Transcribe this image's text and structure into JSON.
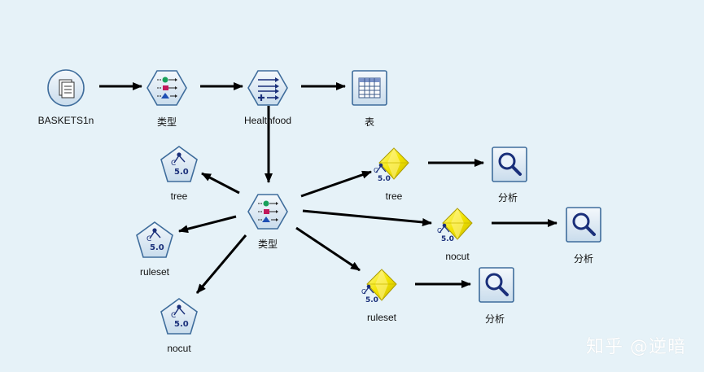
{
  "nodes": {
    "source": {
      "label": "BASKETS1n",
      "icon": "file-source-icon"
    },
    "type_top": {
      "label": "类型",
      "icon": "type-node-icon"
    },
    "healthfood": {
      "label": "Healthfood",
      "icon": "derive-node-icon"
    },
    "table": {
      "label": "表",
      "icon": "table-output-icon"
    },
    "type_center": {
      "label": "类型",
      "icon": "type-node-icon"
    },
    "model_tree": {
      "label": "tree",
      "icon": "c50-model-builder-icon"
    },
    "model_ruleset": {
      "label": "ruleset",
      "icon": "c50-model-builder-icon"
    },
    "model_nocut": {
      "label": "nocut",
      "icon": "c50-model-builder-icon"
    },
    "nugget_tree": {
      "label": "tree",
      "icon": "c50-nugget-icon"
    },
    "nugget_nocut": {
      "label": "nocut",
      "icon": "c50-nugget-icon"
    },
    "nugget_ruleset": {
      "label": "ruleset",
      "icon": "c50-nugget-icon"
    },
    "analysis_1": {
      "label": "分析",
      "icon": "analysis-magnifier-icon"
    },
    "analysis_2": {
      "label": "分析",
      "icon": "analysis-magnifier-icon"
    },
    "analysis_3": {
      "label": "分析",
      "icon": "analysis-magnifier-icon"
    }
  },
  "c50_text": "5.0",
  "c50_letter": "C",
  "watermark": "知乎 @逆暗",
  "colors": {
    "background": "#e6f2f8",
    "node_fill": "#dbe8f3",
    "node_stroke": "#3f6d9c",
    "nugget_yellow": "#f5e600",
    "arrow": "#000000"
  }
}
